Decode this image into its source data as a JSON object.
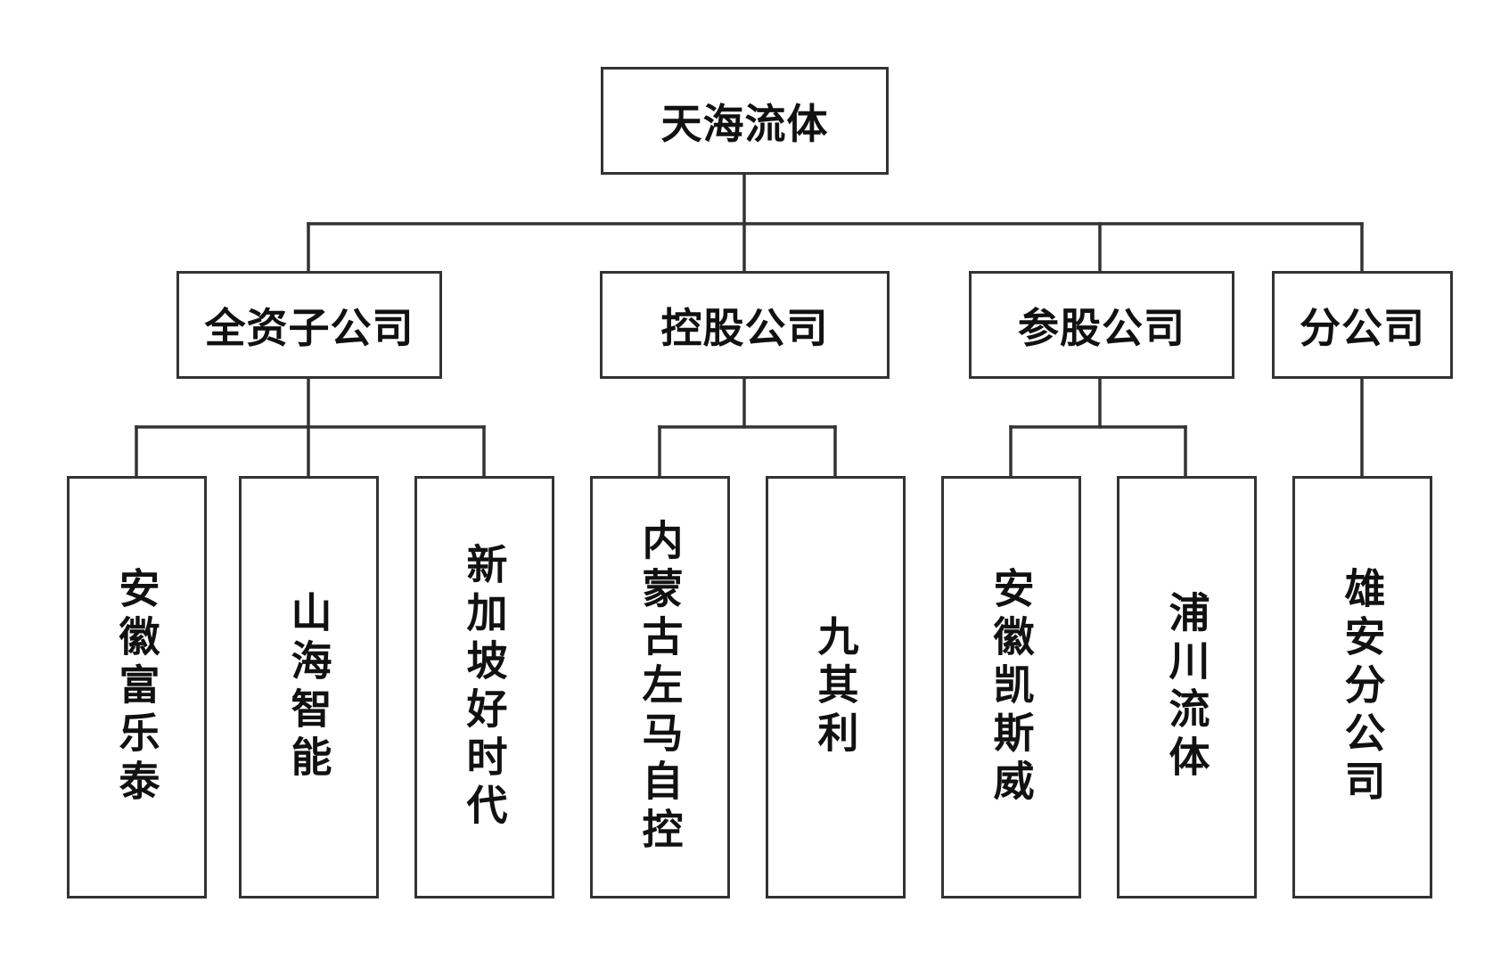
{
  "root": {
    "label": "天海流体"
  },
  "categories": [
    {
      "label": "全资子公司",
      "children": [
        "安徽富乐泰",
        "山海智能",
        "新加坡好时代"
      ]
    },
    {
      "label": "控股公司",
      "children": [
        "内蒙古左马自控",
        "九其利"
      ]
    },
    {
      "label": "参股公司",
      "children": [
        "安徽凯斯威",
        "浦川流体"
      ]
    },
    {
      "label": "分公司",
      "children": [
        "雄安分公司"
      ]
    }
  ],
  "colors": {
    "line": "#333333",
    "border": "#333333",
    "text": "#111111",
    "background": "#ffffff"
  }
}
